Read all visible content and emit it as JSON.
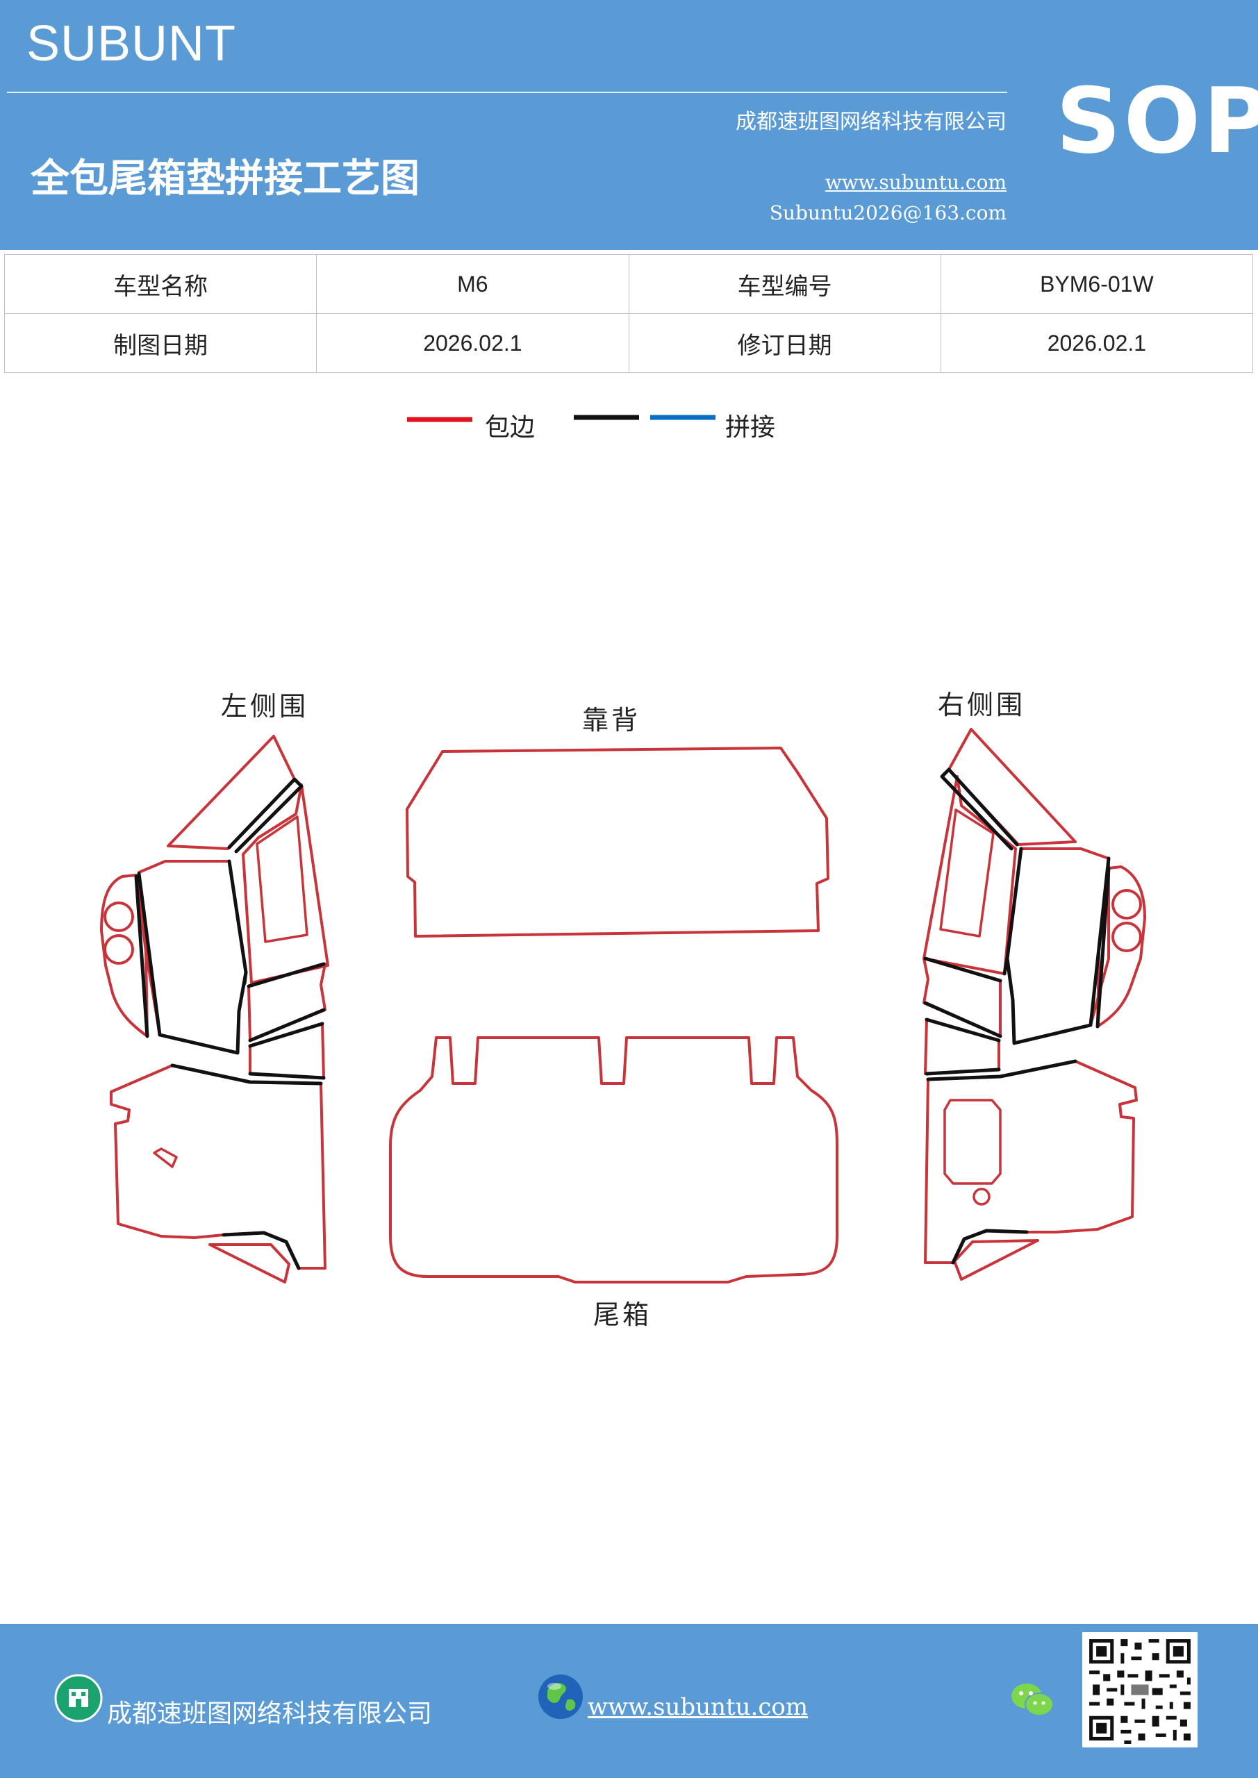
{
  "header": {
    "brand": "SUBUNT",
    "company": "成都速班图网络科技有限公司",
    "title": "全包尾箱垫拼接工艺图",
    "website": "www.subuntu.com",
    "email": "Subuntu2026@163.com",
    "badge": "SOP"
  },
  "info_table": {
    "rows": [
      {
        "label1": "车型名称",
        "value1": "M6",
        "label2": "车型编号",
        "value2": "BYM6-01W"
      },
      {
        "label1": "制图日期",
        "value1": "2026.02.1",
        "label2": "修订日期",
        "value2": "2026.02.1"
      }
    ]
  },
  "legend": {
    "edge_label": "包边",
    "splice_label": "拼接",
    "colors": {
      "edge": "#e0121b",
      "black": "#111111",
      "splice": "#0a6ec4"
    }
  },
  "parts": {
    "left_side": "左侧围",
    "back": "靠背",
    "right_side": "右侧围",
    "trunk": "尾箱"
  },
  "footer": {
    "company": "成都速班图网络科技有限公司",
    "website": "www.subuntu.com"
  },
  "colors": {
    "header_bg": "#5b9bd5",
    "outline_red": "#c8343a"
  }
}
